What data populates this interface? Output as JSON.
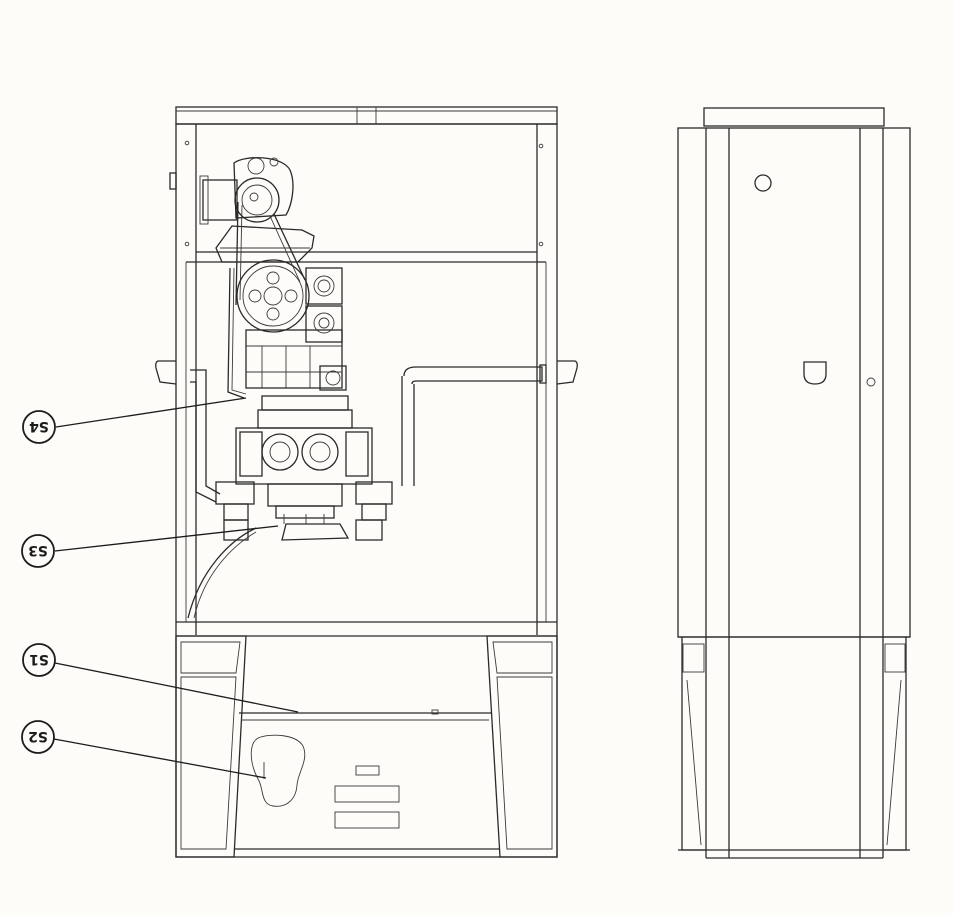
{
  "callouts": [
    {
      "id": "s4",
      "label": "S4"
    },
    {
      "id": "s3",
      "label": "S3"
    },
    {
      "id": "s1",
      "label": "S1"
    },
    {
      "id": "s2",
      "label": "S2"
    }
  ],
  "colors": {
    "line": "#2a2a2a",
    "paper": "#fdfcf9"
  }
}
